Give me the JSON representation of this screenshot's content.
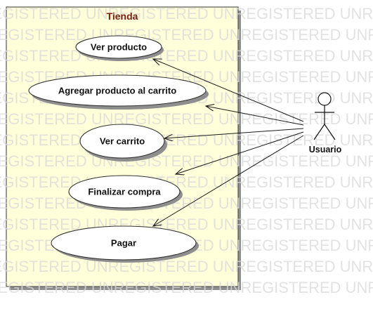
{
  "diagram": {
    "system_name": "Tienda",
    "actor_name": "Usuario",
    "use_cases": [
      "Ver producto",
      "Agregar producto al carrito",
      "Ver carrito",
      "Finalizar compra",
      "Pagar"
    ],
    "watermark_text": "UNREGISTERED",
    "colors": {
      "boundary_fill": "#ffffd9",
      "boundary_stroke": "#555555",
      "title": "#7a1f12",
      "shadow": "#8e8e8e",
      "line": "#1a1a1a"
    }
  }
}
